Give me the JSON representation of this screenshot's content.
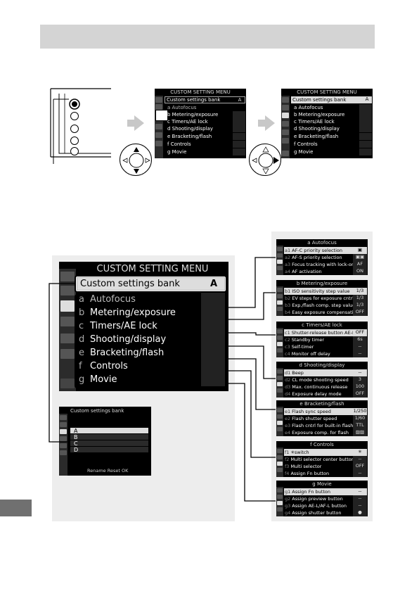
{
  "main_menu": {
    "title": "CUSTOM SETTING MENU",
    "bank_label": "Custom settings bank",
    "bank_value": "A",
    "items": [
      {
        "letter": "a",
        "label": "Autofocus"
      },
      {
        "letter": "b",
        "label": "Metering/exposure"
      },
      {
        "letter": "c",
        "label": "Timers/AE lock"
      },
      {
        "letter": "d",
        "label": "Shooting/display"
      },
      {
        "letter": "e",
        "label": "Bracketing/flash"
      },
      {
        "letter": "f",
        "label": "Controls"
      },
      {
        "letter": "g",
        "label": "Movie"
      }
    ]
  },
  "bank_menu": {
    "title": "Custom settings bank",
    "options": [
      "A",
      "B",
      "C",
      "D"
    ],
    "footer": "Rename  Reset  OK"
  },
  "sub_menus": [
    {
      "title": "a Autofocus",
      "rows": [
        {
          "id": "a1",
          "label": "AF-C priority selection",
          "value": "▣"
        },
        {
          "id": "a2",
          "label": "AF-S priority selection",
          "value": "▣▣"
        },
        {
          "id": "a3",
          "label": "Focus tracking with lock-on",
          "value": "AF"
        },
        {
          "id": "a4",
          "label": "AF activation",
          "value": "ON"
        }
      ]
    },
    {
      "title": "b Metering/exposure",
      "rows": [
        {
          "id": "b1",
          "label": "ISO sensitivity step value",
          "value": "1/3"
        },
        {
          "id": "b2",
          "label": "EV steps for exposure cntrl",
          "value": "1/3"
        },
        {
          "id": "b3",
          "label": "Exp./flash comp. step value",
          "value": "1/3"
        },
        {
          "id": "b4",
          "label": "Easy exposure compensation",
          "value": "OFF"
        }
      ]
    },
    {
      "title": "c Timers/AE lock",
      "rows": [
        {
          "id": "c1",
          "label": "Shutter-release button AE-L",
          "value": "OFF"
        },
        {
          "id": "c2",
          "label": "Standby timer",
          "value": "6s"
        },
        {
          "id": "c3",
          "label": "Self-timer",
          "value": "--"
        },
        {
          "id": "c4",
          "label": "Monitor off delay",
          "value": "--"
        }
      ]
    },
    {
      "title": "d Shooting/display",
      "rows": [
        {
          "id": "d1",
          "label": "Beep",
          "value": "--"
        },
        {
          "id": "d2",
          "label": "CL mode shooting speed",
          "value": "3"
        },
        {
          "id": "d3",
          "label": "Max. continuous release",
          "value": "100"
        },
        {
          "id": "d4",
          "label": "Exposure delay mode",
          "value": "OFF"
        }
      ]
    },
    {
      "title": "e Bracketing/flash",
      "rows": [
        {
          "id": "e1",
          "label": "Flash sync speed",
          "value": "1/250"
        },
        {
          "id": "e2",
          "label": "Flash shutter speed",
          "value": "1/60"
        },
        {
          "id": "e3",
          "label": "Flash cntrl for built-in flash",
          "value": "TTL"
        },
        {
          "id": "e4",
          "label": "Exposure comp. for flash",
          "value": "▨▨"
        }
      ]
    },
    {
      "title": "f Controls",
      "rows": [
        {
          "id": "f1",
          "label": "✳switch",
          "value": "✳"
        },
        {
          "id": "f2",
          "label": "Multi selector center button",
          "value": "--"
        },
        {
          "id": "f3",
          "label": "Multi selector",
          "value": "OFF"
        },
        {
          "id": "f4",
          "label": "Assign Fn button",
          "value": "--"
        }
      ]
    },
    {
      "title": "g Movie",
      "rows": [
        {
          "id": "g1",
          "label": "Assign Fn button",
          "value": "--"
        },
        {
          "id": "g2",
          "label": "Assign preview button",
          "value": "--"
        },
        {
          "id": "g3",
          "label": "Assign AE-L/AF-L button",
          "value": "--"
        },
        {
          "id": "g4",
          "label": "Assign shutter button",
          "value": "●"
        }
      ]
    }
  ],
  "step_menu_1": {
    "title": "CUSTOM SETTING MENU",
    "rows": [
      "Custom settings bank",
      "a Autofocus",
      "b Metering/exposure",
      "c Timers/AE lock",
      "d Shooting/display",
      "e Bracketing/flash",
      "f Controls",
      "g Movie"
    ],
    "value": "A"
  },
  "step_menu_2": {
    "title": "CUSTOM SETTING MENU",
    "rows": [
      "Custom settings bank",
      "a Autofocus",
      "b Metering/exposure",
      "c Timers/AE lock",
      "d Shooting/display",
      "e Bracketing/flash",
      "f Controls",
      "g Movie"
    ],
    "value": "A"
  }
}
